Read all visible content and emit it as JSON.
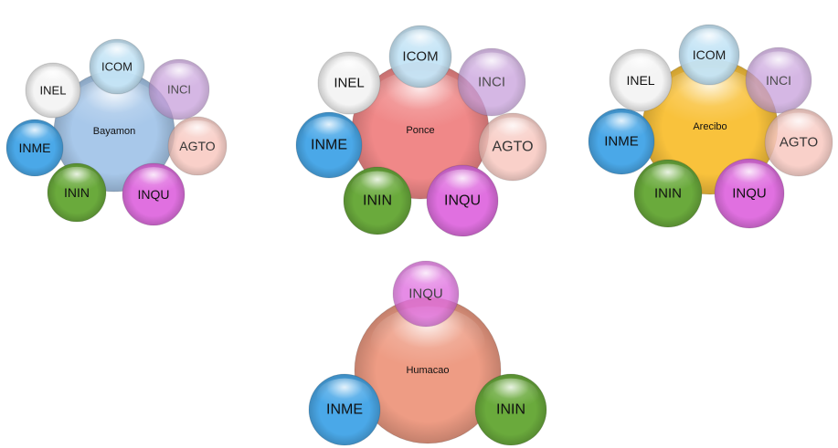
{
  "colors": {
    "blue": "#a8c8ea",
    "red": "#f08888",
    "orange": "#f9c23c",
    "salmon": "#ee9c84",
    "skyblue": "#4aa8e8",
    "green": "#6aaa3c",
    "magenta": "#e070e0",
    "purple": "#c8a0dc",
    "peach": "#f8c8c0",
    "white": "#f4f4f4",
    "lightcyan": "#c4e4f6"
  },
  "clusters": [
    {
      "center": "Bayamon",
      "nodes": [
        "ICOM",
        "INEL",
        "INCI",
        "INME",
        "AGTO",
        "ININ",
        "INQU"
      ]
    },
    {
      "center": "Ponce",
      "nodes": [
        "ICOM",
        "INEL",
        "INCI",
        "INME",
        "AGTO",
        "ININ",
        "INQU"
      ]
    },
    {
      "center": "Arecibo",
      "nodes": [
        "ICOM",
        "INEL",
        "INCI",
        "INME",
        "AGTO",
        "ININ",
        "INQU"
      ]
    },
    {
      "center": "Humacao",
      "nodes": [
        "INQU",
        "INME",
        "ININ"
      ]
    }
  ]
}
